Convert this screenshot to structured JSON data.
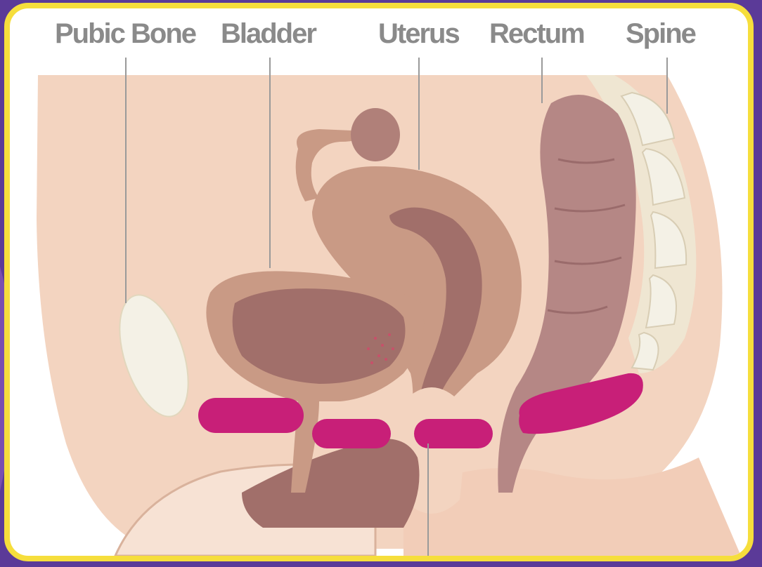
{
  "labels": {
    "pubic_bone": "Pubic Bone",
    "bladder": "Bladder",
    "uterus": "Uterus",
    "rectum": "Rectum",
    "spine": "Spine"
  },
  "colors": {
    "background": "#5b3a98",
    "frame_border": "#f6de3c",
    "skin": "#f3d4c0",
    "skin_light": "#f7e2d4",
    "organ_brown": "#c99a85",
    "organ_dark": "#a16f6a",
    "rectum": "#b58785",
    "pelvic_floor": "#c81f78",
    "bone": "#f4f1e6",
    "label_text": "#8a8a8a"
  }
}
